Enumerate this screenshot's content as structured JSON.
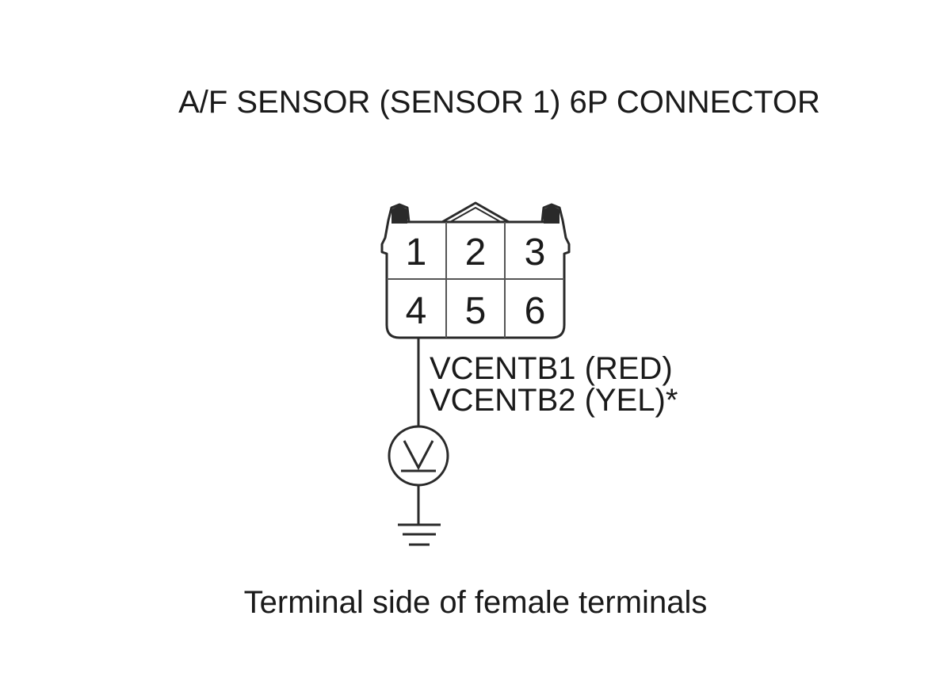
{
  "title": "A/F SENSOR (SENSOR 1) 6P CONNECTOR",
  "connector": {
    "pins": [
      "1",
      "2",
      "3",
      "4",
      "5",
      "6"
    ]
  },
  "wire_labels": {
    "line1": "VCENTB1 (RED)",
    "line2": "VCENTB2 (YEL)*"
  },
  "meter": {
    "symbol": "V",
    "icon": "voltmeter-icon"
  },
  "ground": {
    "icon": "ground-icon"
  },
  "caption": "Terminal side of female terminals"
}
